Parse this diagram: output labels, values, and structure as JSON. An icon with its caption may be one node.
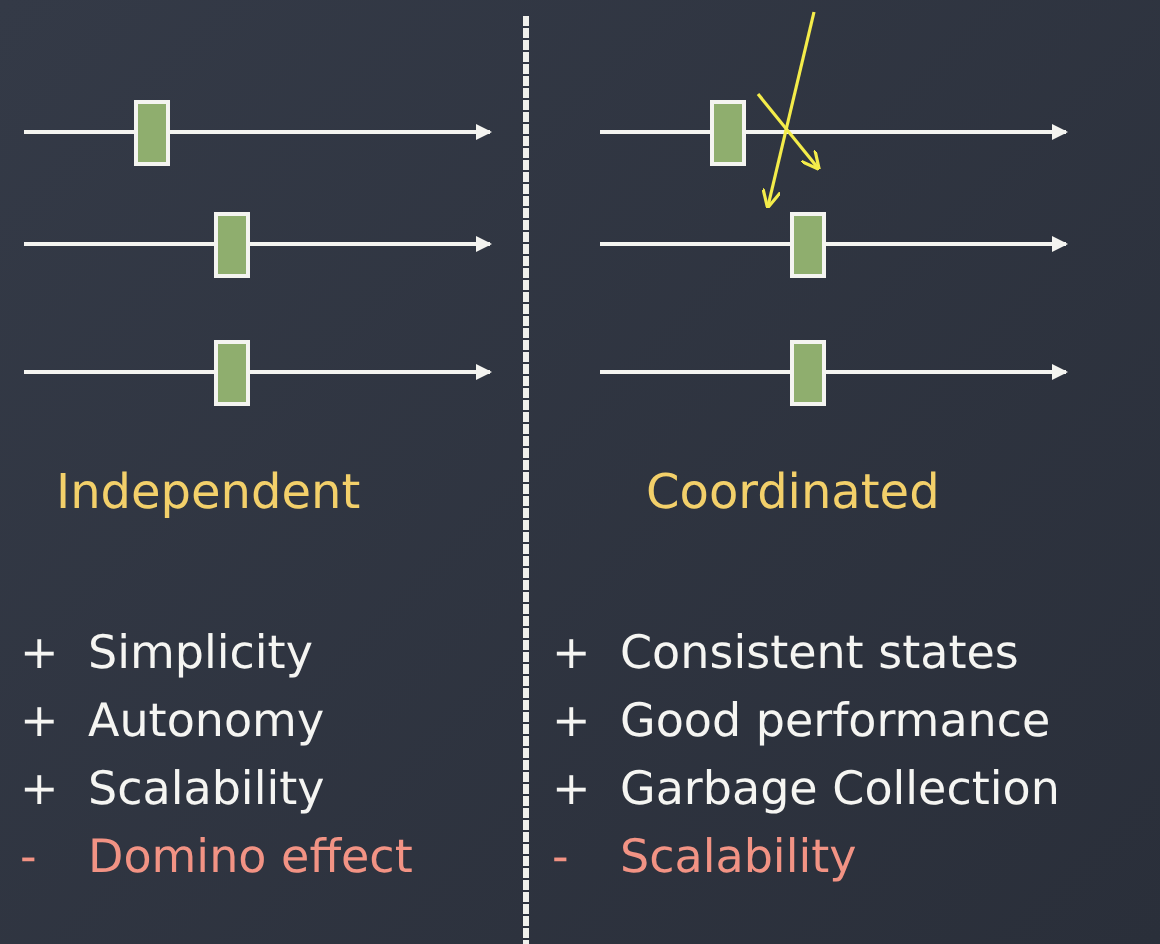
{
  "diagram": {
    "nodes": [
      {
        "text": [],
        "shape": "box"
      },
      {
        "text": [],
        "shape": "box"
      },
      {
        "text": [],
        "shape": "box"
      },
      {
        "text": [],
        "shape": "box"
      },
      {
        "text": [],
        "shape": "box"
      },
      {
        "text": [],
        "shape": "box"
      }
    ],
    "labels": [
      "Independent",
      "Coordinated",
      "+",
      "Simplicity",
      "+",
      "Consistent states",
      "+",
      "Autonomy",
      "+",
      "Good performance",
      "+",
      "Scalability",
      "+",
      "Garbage Collection",
      "-",
      "Domino effect",
      "-",
      "Scalability"
    ]
  }
}
